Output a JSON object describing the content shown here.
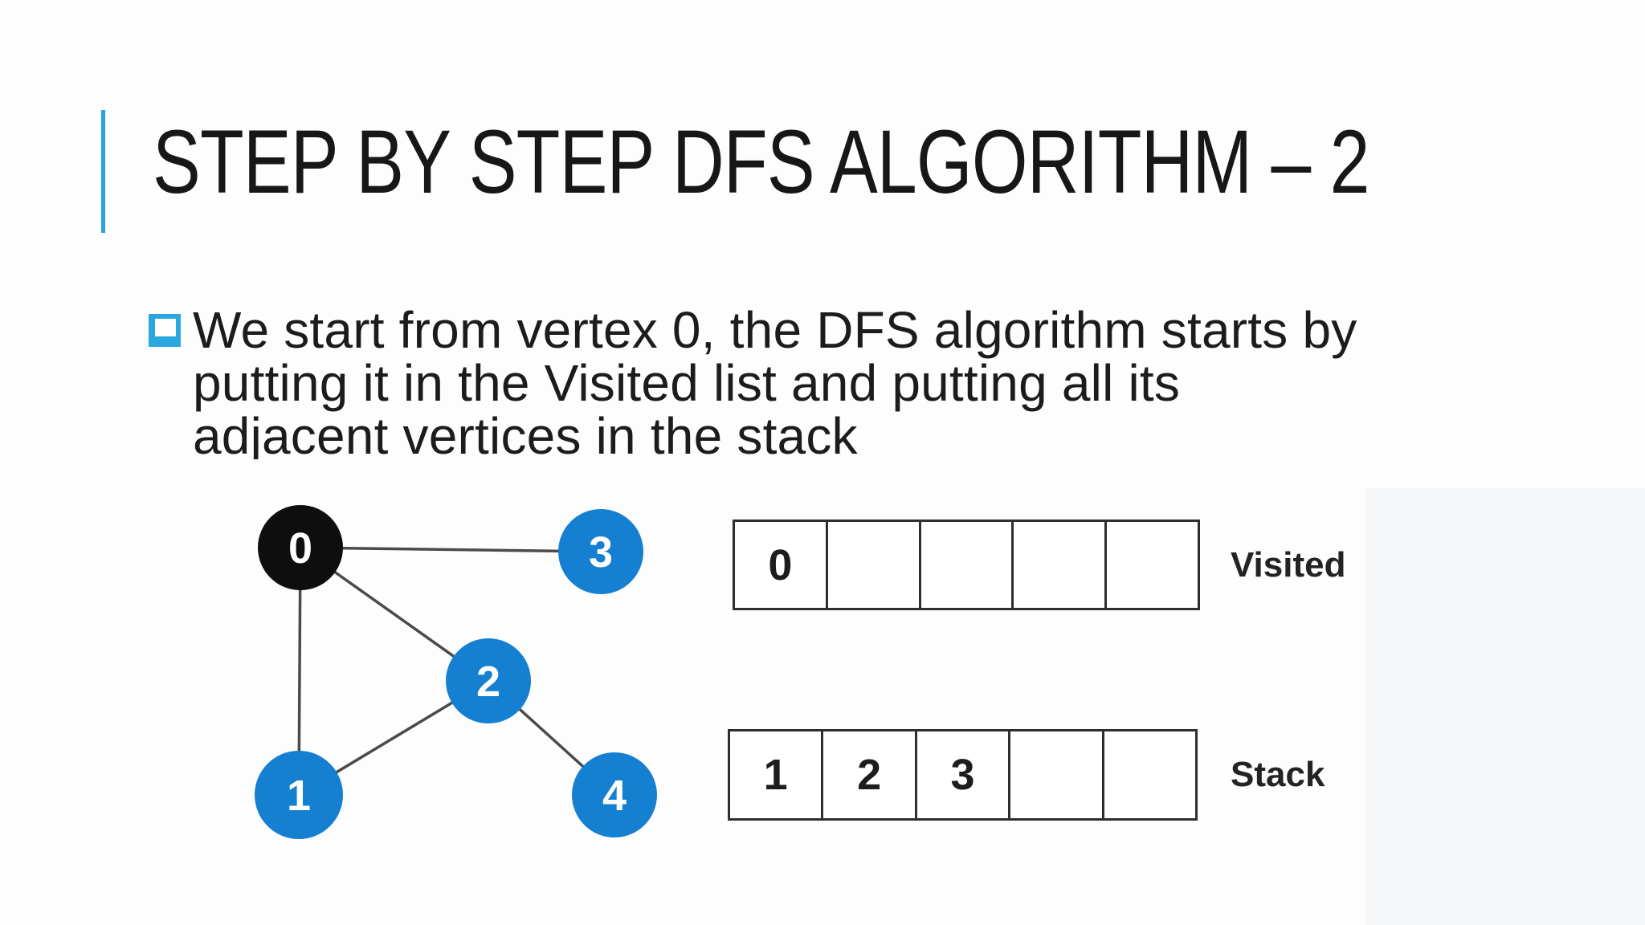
{
  "slide": {
    "title": "STEP BY STEP DFS ALGORITHM – 2",
    "body": {
      "lines": [
        "We start from vertex 0, the DFS algorithm starts by",
        "putting it in the Visited list and putting all its",
        "adjacent vertices in the stack"
      ]
    },
    "graph": {
      "nodes": [
        {
          "label": "0",
          "fill": "#0e0e0f"
        },
        {
          "label": "1",
          "fill": "#157fd2"
        },
        {
          "label": "2",
          "fill": "#157fd2"
        },
        {
          "label": "3",
          "fill": "#157fd2"
        },
        {
          "label": "4",
          "fill": "#157fd2"
        }
      ],
      "edges": [
        "0-3",
        "0-2",
        "0-1",
        "1-2",
        "2-4"
      ]
    },
    "visited": {
      "label": "Visited",
      "cells": [
        "0",
        "",
        "",
        "",
        ""
      ]
    },
    "stack": {
      "label": "Stack",
      "cells": [
        "1",
        "2",
        "3",
        "",
        ""
      ]
    },
    "colors": {
      "accent": "#2aa3dd",
      "node_blue": "#157fd2",
      "node_visited_black": "#0e0e0f",
      "edge_gray": "#4a4a4a"
    }
  }
}
